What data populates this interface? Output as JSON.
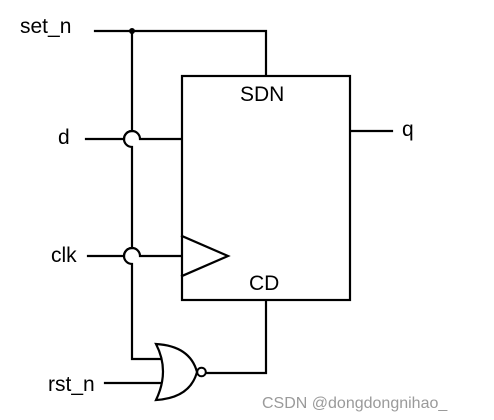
{
  "diagram": {
    "inputs": {
      "set_n": "set_n",
      "d": "d",
      "clk": "clk",
      "rst_n": "rst_n"
    },
    "output": {
      "q": "q"
    },
    "flipflop": {
      "set_pin": "SDN",
      "clear_pin": "CD"
    },
    "gate": {
      "type": "nor"
    }
  },
  "watermark": "CSDN @dongdongnihao_"
}
